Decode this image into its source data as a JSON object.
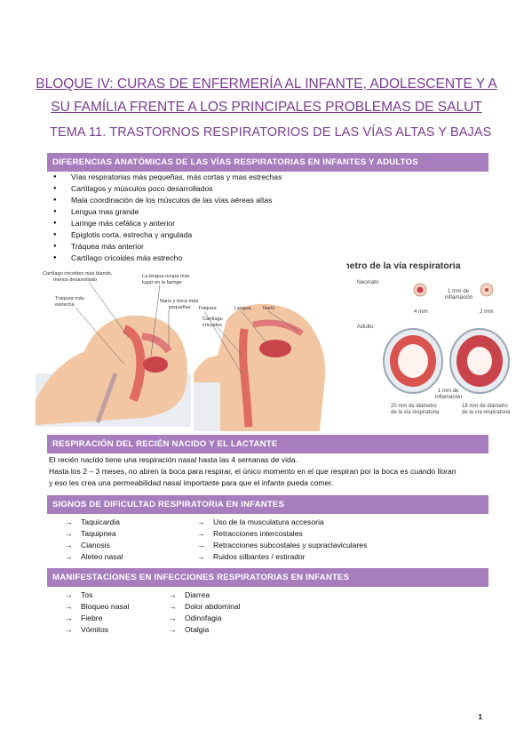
{
  "header": {
    "block_line1": "BLOQUE IV: CURAS DE ENFERMERÍA AL INFANTE, ADOLESCENTE Y A",
    "block_line2": "SU FAMÍLIA FRENTE A LOS PRINCIPALES PROBLEMAS DE SALUT",
    "tema": "TEMA 11. TRASTORNOS RESPIRATORIOS DE LAS VÍAS ALTAS Y BAJAS"
  },
  "section1": {
    "title": "DIFERENCIAS ANATÓMICAS DE LAS VÍAS RESPIRATORIAS EN INFANTES Y ADULTOS",
    "bullets": [
      "Vías respiratorias más pequeñas, más cortas y mas estrechas",
      "Cartílagos y músculos poco desarrollados",
      "Mala coordinación de los músculos de las vías aéreas altas",
      "Lengua mas grande",
      "Laringe más cefálica y anterior",
      "Epiglotis corta, estrecha y angulada",
      "Tráquea más anterior",
      "Cartílago cricoides más estrecho"
    ]
  },
  "figure_left": {
    "label_cricoides": "Cartílago cricoides más blando, menos desarrollado",
    "label_cricoides_l1": "Cartílago cricoides más blando,",
    "label_cricoides_l2": "menos desarrollado",
    "label_lengua_l1": "La lengua ocupa más",
    "label_lengua_l2": "lugar en la faringe",
    "label_traquea_l1": "Tráquea más",
    "label_traquea_l2": "estrecha",
    "label_nariz_l1": "Nariz y boca más",
    "label_nariz_l2": "pequeñas",
    "label_traquea_adulto": "Tráquea",
    "label_lengua_adulto": "Lengua",
    "label_nariz_adulto": "Nariz",
    "label_cartilago_l1": "Cartílago",
    "label_cartilago_l2": "cricoides"
  },
  "figure_right": {
    "title": "Diámetro de la vía respiratoria",
    "neonato": "Neonato",
    "adulto": "Adulto",
    "neonato_4mm": "4 mm",
    "neonato_2mm": "2 mm",
    "inflam_l1": "1 mm de",
    "inflam_l2": "inflamación",
    "adulto_inflam_l1": "1 mm de",
    "adulto_inflam_l2": "inflamación",
    "adulto_20_l1": "20 mm de diámetro",
    "adulto_20_l2": "de la vía respiratoria",
    "adulto_18_l1": "18 mm de diámetro",
    "adulto_18_l2": "de la vía respiratoria"
  },
  "section2": {
    "title": "RESPIRACIÓN DEL RECIÉN NACIDO Y EL LACTANTE",
    "line1": "El recién nacido tiene una respiración nasal hasta las 4 semanas de vida.",
    "line2": "Hasta los 2 – 3 meses, no abren la boca para respirar, el único momento en el que respiran por la boca es cuando lloran",
    "line3": "y eso les crea una permeabilidad nasal importante para que el infante pueda comer."
  },
  "section3": {
    "title": "SIGNOS DE DIFICULTAD RESPIRATORIA EN INFANTES",
    "arrow": "→",
    "left": [
      "Taquicardia",
      "Taquipnea",
      "Cianosis",
      "Aleteo nasal"
    ],
    "right": [
      "Uso de la musculatura accesoria",
      "Retracciones intercostales",
      "Retracciones subcostales y supraclaviculares",
      "Ruidos silbantes / estirador"
    ]
  },
  "section4": {
    "title": "MANIFESTACIONES EN INFECCIONES RESPIRATORIAS EN INFANTES",
    "left": [
      "Tos",
      "Bloqueo nasal",
      "Fiebre",
      "Vómitos"
    ],
    "right": [
      "Diarrea",
      "Dolor abdominal",
      "Odinofagia",
      "Otalgia"
    ]
  },
  "page_number": "1",
  "colors": {
    "title_purple": "#7a3b8f",
    "bar_purple": "#a87dbe",
    "skin": "#f2c6a3",
    "airway_red": "#d9534f"
  }
}
